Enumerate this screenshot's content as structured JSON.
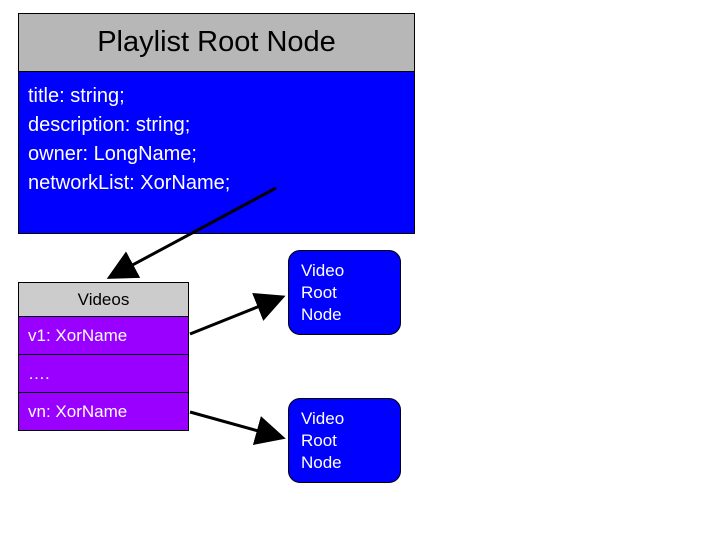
{
  "colors": {
    "root_body": "#0000ff",
    "header_gray": "#b7b7b7",
    "videos_header": "#cccccc",
    "videos_rows": "#9900ff",
    "video_node": "#0000ff"
  },
  "playlist_root": {
    "title": "Playlist Root Node",
    "fields": [
      "title: string;",
      "description: string;",
      "owner: LongName;",
      "networkList: XorName;"
    ]
  },
  "videos": {
    "title": "Videos",
    "rows": [
      "v1: XorName",
      "….",
      "vn: XorName"
    ]
  },
  "video_nodes": [
    {
      "lines": [
        "Video",
        "Root",
        "Node"
      ]
    },
    {
      "lines": [
        "Video",
        "Root",
        "Node"
      ]
    }
  ]
}
